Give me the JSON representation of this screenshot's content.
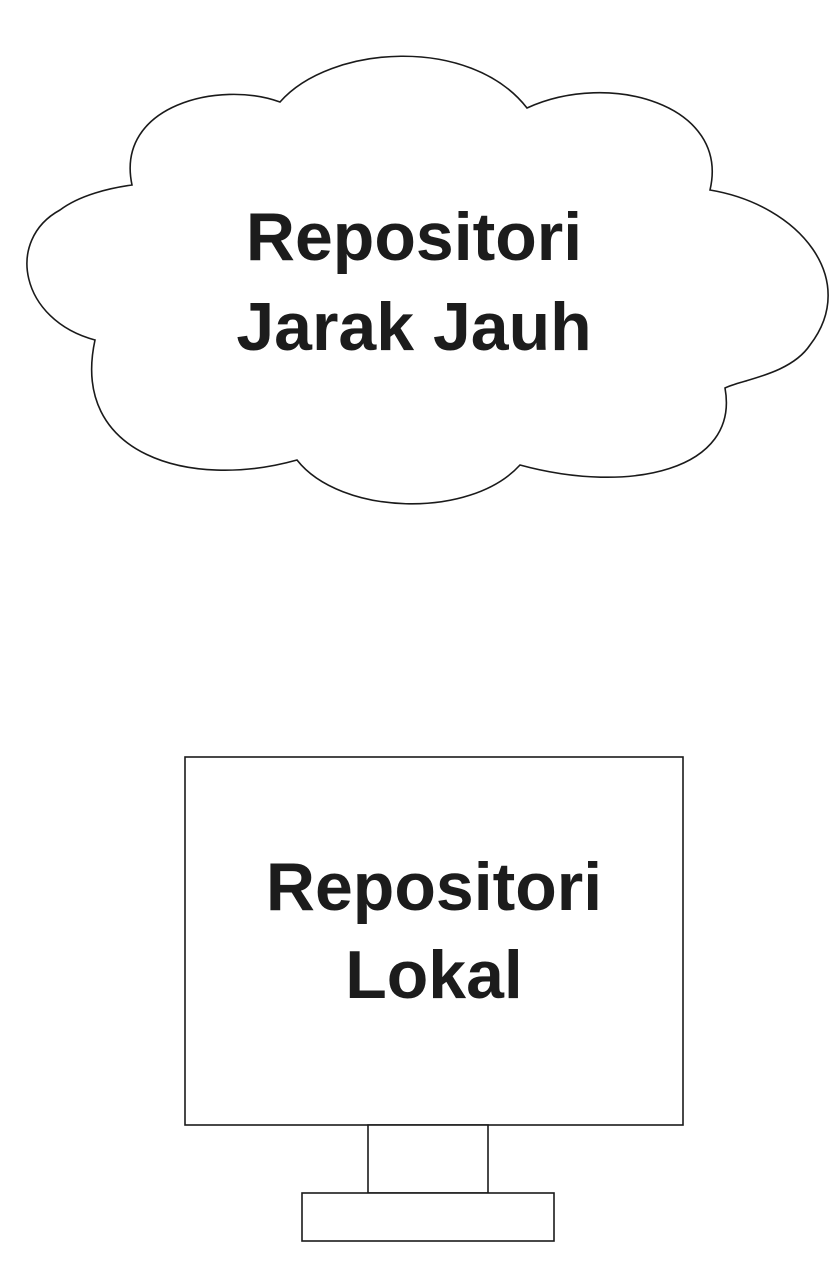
{
  "diagram": {
    "remote": {
      "line1": "Repositori",
      "line2": "Jarak Jauh"
    },
    "local": {
      "line1": "Repositori",
      "line2": "Lokal"
    }
  },
  "colors": {
    "stroke": "#1a1a1a",
    "text": "#1c1c1c",
    "background": "#ffffff"
  }
}
